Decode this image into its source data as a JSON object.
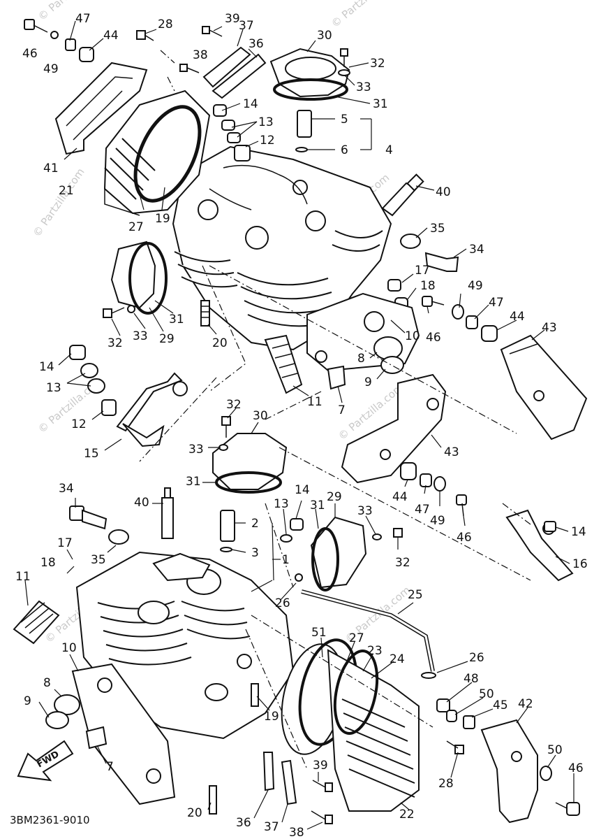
{
  "diagram": {
    "code": "3BM2361-9010",
    "fwd_label": "FWD",
    "watermark": "© Partzilla.com",
    "callouts": [
      "46",
      "47",
      "49",
      "44",
      "28",
      "39",
      "37",
      "38",
      "36",
      "30",
      "32",
      "33",
      "31",
      "14",
      "13",
      "12",
      "5",
      "6",
      "4",
      "40",
      "35",
      "34",
      "41",
      "21",
      "27",
      "19",
      "17",
      "18",
      "49",
      "47",
      "44",
      "43",
      "10",
      "46",
      "8",
      "9",
      "11",
      "7",
      "20",
      "29",
      "31",
      "32",
      "33",
      "14",
      "13",
      "12",
      "15",
      "32",
      "30",
      "33",
      "31",
      "43",
      "44",
      "47",
      "49",
      "46",
      "14",
      "16",
      "34",
      "40",
      "2",
      "3",
      "1",
      "17",
      "18",
      "35",
      "13",
      "14",
      "31",
      "29",
      "33",
      "32",
      "11",
      "10",
      "26",
      "25",
      "51",
      "27",
      "23",
      "24",
      "26",
      "48",
      "50",
      "45",
      "42",
      "50",
      "46",
      "8",
      "9",
      "7",
      "19",
      "39",
      "28",
      "20",
      "36",
      "37",
      "38",
      "22"
    ]
  }
}
